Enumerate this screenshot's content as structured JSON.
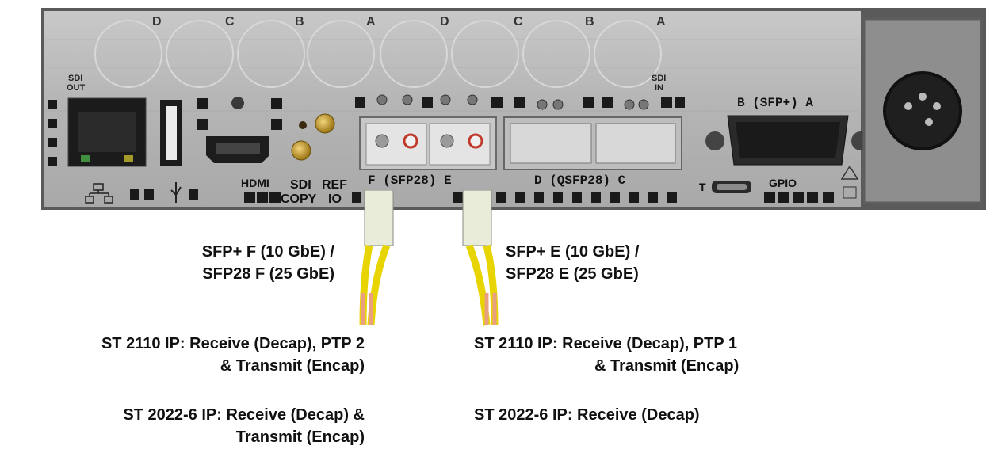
{
  "panel": {
    "top_connector_letters": [
      "D",
      "C",
      "B",
      "A",
      "D",
      "C",
      "B",
      "A"
    ],
    "sdi_out": [
      "SDI",
      "OUT"
    ],
    "sdi_in": [
      "SDI",
      "IN"
    ],
    "sfp_plus_label": "B (SFP+) A",
    "sfp28_label": "F (SFP28) E",
    "qsfp28_label": "D (QSFP28) C",
    "hdmi": "HDMI",
    "sdi_copy": [
      "SDI",
      "COPY"
    ],
    "ref_io": [
      "REF",
      "IO"
    ],
    "gpio": "GPIO",
    "t_label": "T",
    "colors": {
      "panel": "#b9b9b9",
      "frame": "#555555",
      "xlr_plate": "#8e8e8e",
      "fiber": "#e8d400",
      "fiber_boot": "#e8a080"
    }
  },
  "captions": {
    "port_f": [
      "SFP+ F (10 GbE) /",
      "SFP28 F (25 GbE)"
    ],
    "port_e": [
      "SFP+ E (10 GbE) /",
      "SFP28 E (25 GbE)"
    ],
    "left_2110": [
      "ST 2110 IP: Receive (Decap), PTP 2",
      "& Transmit (Encap)"
    ],
    "right_2110": [
      "ST 2110 IP: Receive (Decap), PTP 1",
      "& Transmit (Encap)"
    ],
    "left_2022": [
      "ST 2022-6 IP: Receive (Decap) &",
      "Transmit (Encap)"
    ],
    "right_2022": [
      "ST 2022-6 IP: Receive (Decap)"
    ]
  }
}
